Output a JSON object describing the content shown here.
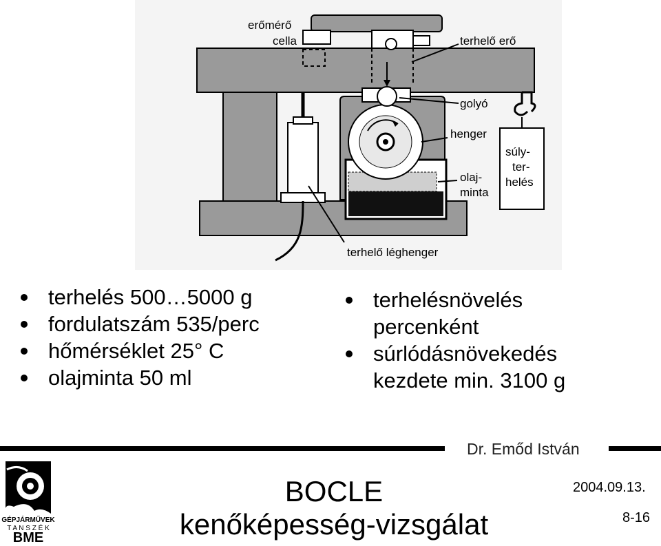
{
  "diagram": {
    "labels": {
      "force_cell": [
        "erőmérő",
        "cella"
      ],
      "load_force": "terhelő erő",
      "ball": "golyó",
      "cylinder": "henger",
      "oil_sample": [
        "olaj-",
        "minta"
      ],
      "weight_load": [
        "súly-",
        "ter-",
        "helés"
      ],
      "air_cylinder": "terhelő léghenger"
    }
  },
  "left_bullets": [
    "terhelés 500…5000 g",
    "fordulatszám 535/perc",
    "hőmérséklet 25° C",
    "olajminta 50 ml"
  ],
  "right_bullets": [
    [
      "terhelésnövelés",
      "percenként"
    ],
    [
      "súrlódásnövekedés",
      "kezdete min. 3100 g"
    ]
  ],
  "footer": {
    "author": "Dr. Emőd István",
    "title_line1": "BOCLE",
    "title_line2": "kenőképesség-vizsgálat",
    "date": "2004.09.13.",
    "slide_number": "8-16",
    "logo_text": [
      "GÉPJÁRMŰVEK",
      "T A N S Z É K",
      "BME"
    ]
  }
}
